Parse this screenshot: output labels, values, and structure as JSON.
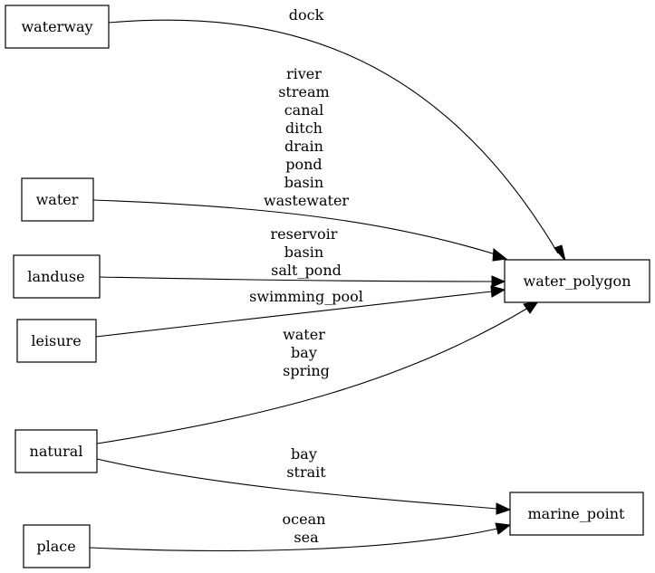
{
  "colors": {
    "background": "#ffffff",
    "stroke": "#000000",
    "text": "#000000"
  },
  "nodes": {
    "waterway": "waterway",
    "water": "water",
    "landuse": "landuse",
    "leisure": "leisure",
    "natural": "natural",
    "place": "place",
    "water_polygon": "water_polygon",
    "marine_point": "marine_point"
  },
  "edges": {
    "waterway_to_water_polygon": {
      "from": "waterway",
      "to": "water_polygon",
      "labels": [
        "dock"
      ]
    },
    "water_to_water_polygon": {
      "from": "water",
      "to": "water_polygon",
      "labels": [
        "river",
        "stream",
        "canal",
        "ditch",
        "drain",
        "pond",
        "basin",
        "wastewater"
      ]
    },
    "landuse_to_water_polygon": {
      "from": "landuse",
      "to": "water_polygon",
      "labels": [
        "reservoir",
        "basin",
        "salt_pond"
      ]
    },
    "leisure_to_water_polygon": {
      "from": "leisure",
      "to": "water_polygon",
      "labels": [
        "swimming_pool"
      ]
    },
    "natural_to_water_polygon": {
      "from": "natural",
      "to": "water_polygon",
      "labels": [
        "water",
        "bay",
        "spring"
      ]
    },
    "natural_to_marine_point": {
      "from": "natural",
      "to": "marine_point",
      "labels": [
        "bay",
        "strait"
      ]
    },
    "place_to_marine_point": {
      "from": "place",
      "to": "marine_point",
      "labels": [
        "ocean",
        "sea"
      ]
    }
  }
}
